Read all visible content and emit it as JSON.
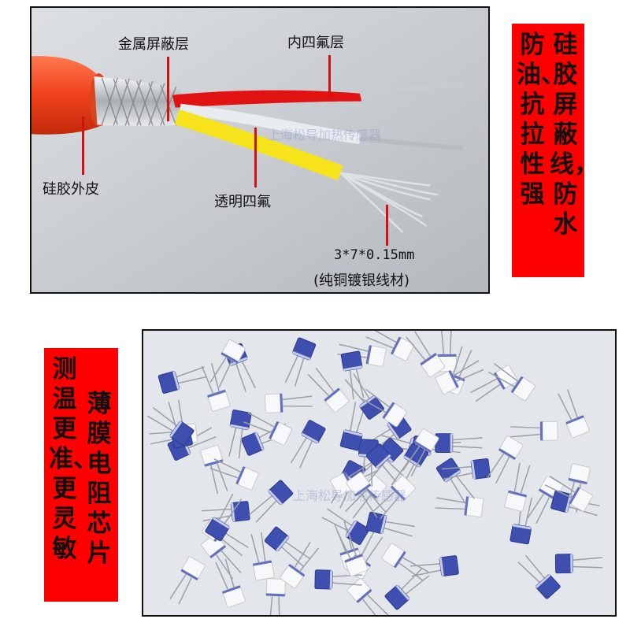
{
  "cable_panel": {
    "labels": {
      "shield": "金属屏蔽层",
      "inner_fluoro": "内四氟层",
      "jacket": "硅胶外皮",
      "clear_fluoro": "透明四氟",
      "spec": "3*7*0.15mm",
      "material": "(纯铜镀银线材)"
    },
    "watermark": "上海松导加热传感器"
  },
  "right_banner": {
    "col1": "硅胶屏蔽线，防水",
    "col2": "防油、抗拉性强"
  },
  "left_banner": {
    "col1": "测温更准、更灵敏",
    "col2": "薄膜电阻芯片"
  },
  "chip_panel": {
    "watermark": "上海松导加热传感器"
  },
  "colors": {
    "banner_red": "#ff0000",
    "pointer_red": "#d41010",
    "jacket_orange": "#f04a1a",
    "chip_blue": "#3f4fb0"
  }
}
